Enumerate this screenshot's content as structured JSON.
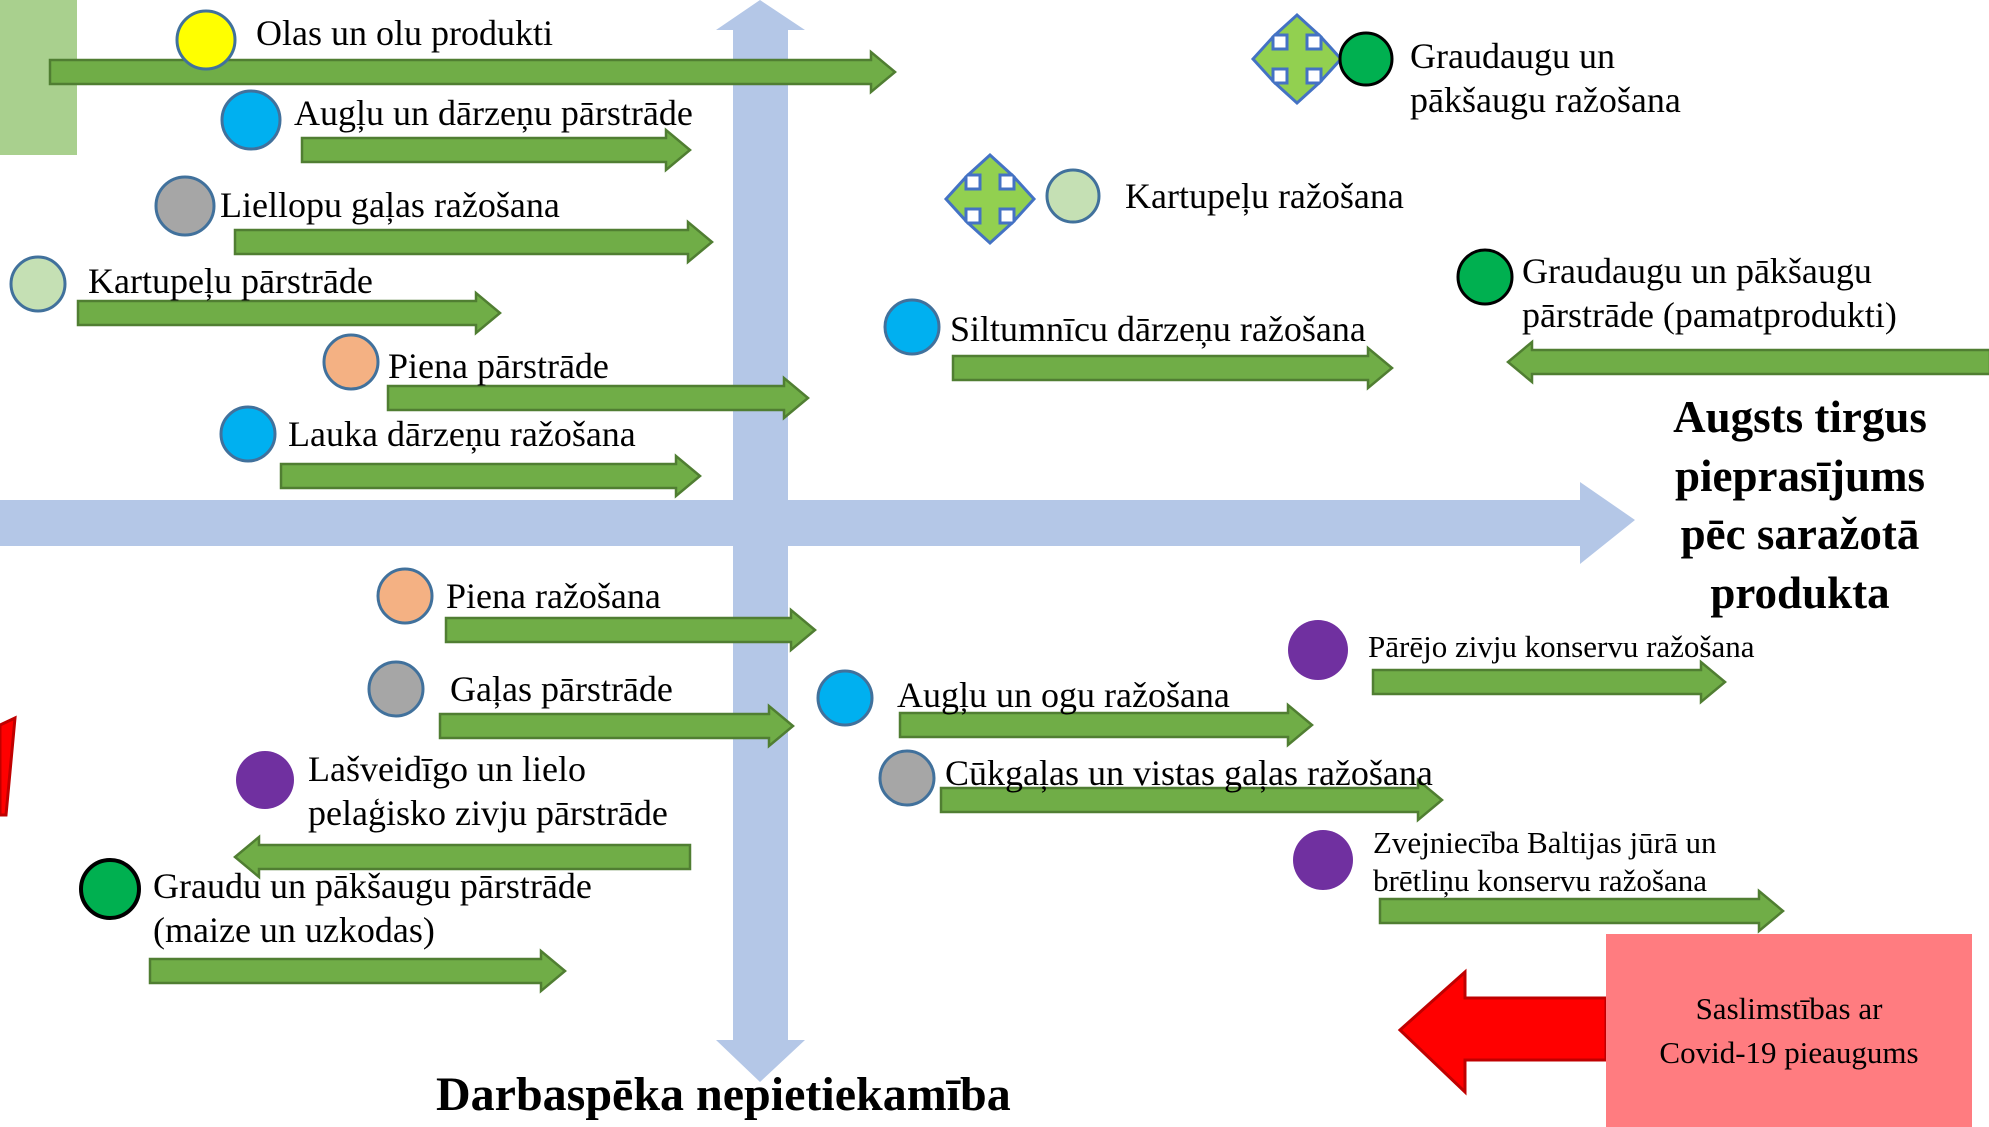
{
  "axes": {
    "x_title": "Augsts tirgus pieprasījums pēc saražotā produkta",
    "y_title": "Darbaspēka nepietiekamība"
  },
  "colors": {
    "axis": "#b4c7e7",
    "arrow_fill": "#70ad47",
    "arrow_stroke": "#507e32",
    "yellow": "#ffff00",
    "blue": "#00b0f0",
    "grey": "#a6a6a6",
    "light_green": "#c5e0b4",
    "peach": "#f4b183",
    "purple": "#7030a0",
    "dark_green": "#00b050",
    "red": "#ff0000"
  },
  "covid_box": {
    "line1": "Saslimstības ar",
    "line2": "Covid-19 pieaugums"
  },
  "items": [
    {
      "id": "olas",
      "label": "Olas un olu produkti",
      "color": "yellow",
      "direction": "right"
    },
    {
      "id": "auglu-darz",
      "label": "Augļu un dārzeņu pārstrāde",
      "color": "blue",
      "direction": "right"
    },
    {
      "id": "liellopu",
      "label": "Liellopu gaļas ražošana",
      "color": "grey",
      "direction": "right"
    },
    {
      "id": "kart-parstr",
      "label": "Kartupeļu pārstrāde",
      "color": "light_green",
      "direction": "right"
    },
    {
      "id": "piena-parstr",
      "label": "Piena pārstrāde",
      "color": "peach",
      "direction": "right"
    },
    {
      "id": "lauka",
      "label": "Lauka dārzeņu ražošana",
      "color": "blue",
      "direction": "right"
    },
    {
      "id": "graud-raz",
      "label_lines": [
        "Graudaugu un",
        "pākšaugu ražošana"
      ],
      "color": "dark_green",
      "direction": "all"
    },
    {
      "id": "kart-raz",
      "label": "Kartupeļu ražošana",
      "color": "light_green",
      "direction": "all"
    },
    {
      "id": "siltumn",
      "label": "Siltumnīcu dārzeņu ražošana",
      "color": "blue",
      "direction": "right"
    },
    {
      "id": "graud-parstr",
      "label_lines": [
        "Graudaugu un pākšaugu",
        "pārstrāde (pamatprodukti)"
      ],
      "color": "dark_green",
      "direction": "left"
    },
    {
      "id": "piena-raz",
      "label": "Piena ražošana",
      "color": "peach",
      "direction": "right"
    },
    {
      "id": "galas-parstr",
      "label": "Gaļas pārstrāde",
      "color": "grey",
      "direction": "right"
    },
    {
      "id": "lasveid",
      "label_lines": [
        "Lašveidīgo un lielo",
        "pelaģisko zivju pārstrāde"
      ],
      "color": "purple",
      "direction": "left"
    },
    {
      "id": "graudu-maize",
      "label_lines": [
        "Graudu un pākšaugu pārstrāde",
        "(maize un uzkodas)"
      ],
      "color": "dark_green",
      "direction": "right"
    },
    {
      "id": "auglu-ogu",
      "label": "Augļu un ogu ražošana",
      "color": "blue",
      "direction": "right"
    },
    {
      "id": "cukgalas",
      "label": "Cūkgaļas un vistas gaļas ražošana",
      "color": "grey",
      "direction": "right"
    },
    {
      "id": "parejo",
      "label": "Pārējo zivju konservu ražošana",
      "color": "purple",
      "direction": "right"
    },
    {
      "id": "zvejn",
      "label_lines": [
        "Zvejniecība Baltijas jūrā un",
        "brētliņu konservu ražošana"
      ],
      "color": "purple",
      "direction": "right"
    }
  ]
}
